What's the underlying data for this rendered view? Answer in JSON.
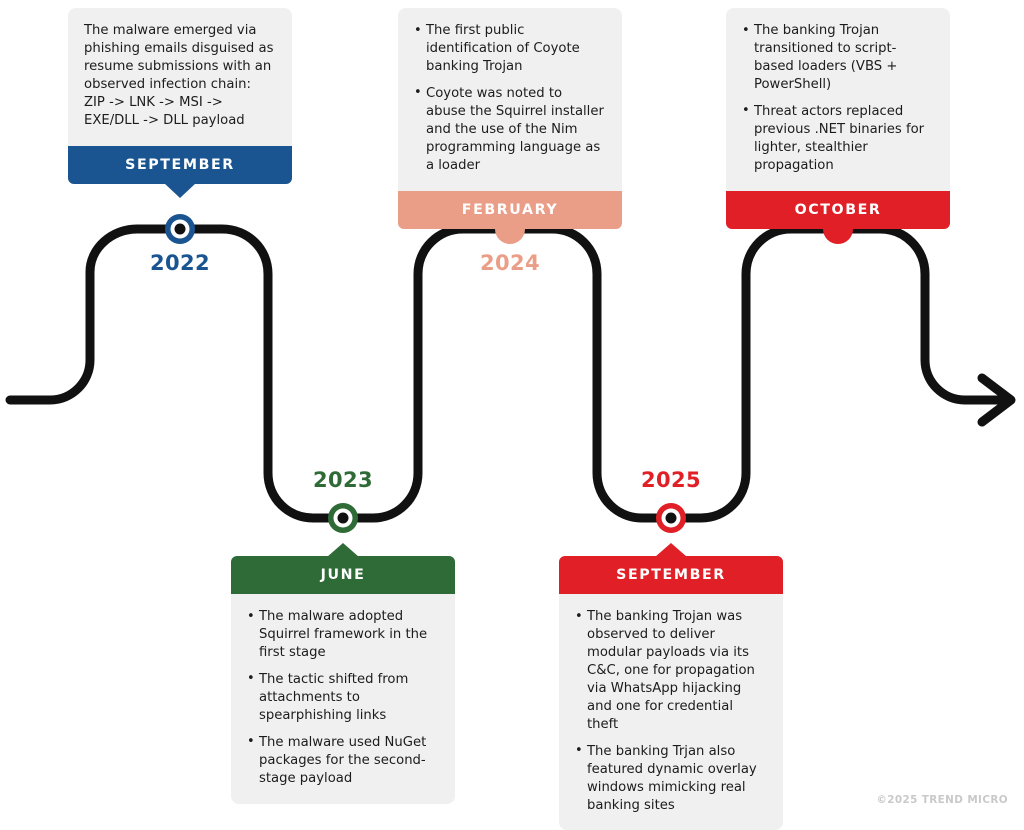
{
  "meta": {
    "footer_credit": "©2025 TREND MICRO",
    "background_color": "#ffffff",
    "path_color": "#111111"
  },
  "milestones": [
    {
      "id": "september-2022",
      "month": "SEPTEMBER",
      "year": "2022",
      "color": "#1b5591",
      "position": "top",
      "body_type": "paragraph",
      "paragraph": "The malware emerged via phishing emails disguised as resume submissions with an observed infection chain: ZIP -> LNK -> MSI -> EXE/DLL -> DLL payload",
      "bullets": []
    },
    {
      "id": "june-2023",
      "month": "JUNE",
      "year": "2023",
      "color": "#2f6b36",
      "position": "bottom",
      "body_type": "bullets",
      "paragraph": "",
      "bullets": [
        "The malware adopted Squirrel framework in the first stage",
        "The tactic shifted from attachments to spearphishing links",
        "The malware used NuGet packages for the second-stage payload"
      ]
    },
    {
      "id": "february-2024",
      "month": "FEBRUARY",
      "year": "2024",
      "color": "#eb9e87",
      "position": "top",
      "body_type": "bullets",
      "paragraph": "",
      "bullets": [
        "The first public identification of Coyote banking Trojan",
        "Coyote was noted to abuse the Squirrel installer and the use of the Nim programming language as a loader"
      ]
    },
    {
      "id": "september-2025",
      "month": "SEPTEMBER",
      "year": "2025",
      "color": "#e01f26",
      "position": "bottom",
      "body_type": "bullets",
      "paragraph": "",
      "bullets": [
        "The banking Trojan was observed to deliver modular payloads via its C&C, one for propagation via WhatsApp hijacking and one for credential theft",
        "The banking Trjan also featured dynamic overlay windows mimicking real banking sites"
      ]
    },
    {
      "id": "october-2025",
      "month": "OCTOBER",
      "year": "",
      "color": "#e01f26",
      "position": "top",
      "body_type": "bullets",
      "paragraph": "",
      "bullets": [
        "The banking Trojan transitioned to script-based loaders (VBS + PowerShell)",
        "Threat actors replaced previous .NET binaries for lighter, stealthier propagation"
      ]
    }
  ]
}
